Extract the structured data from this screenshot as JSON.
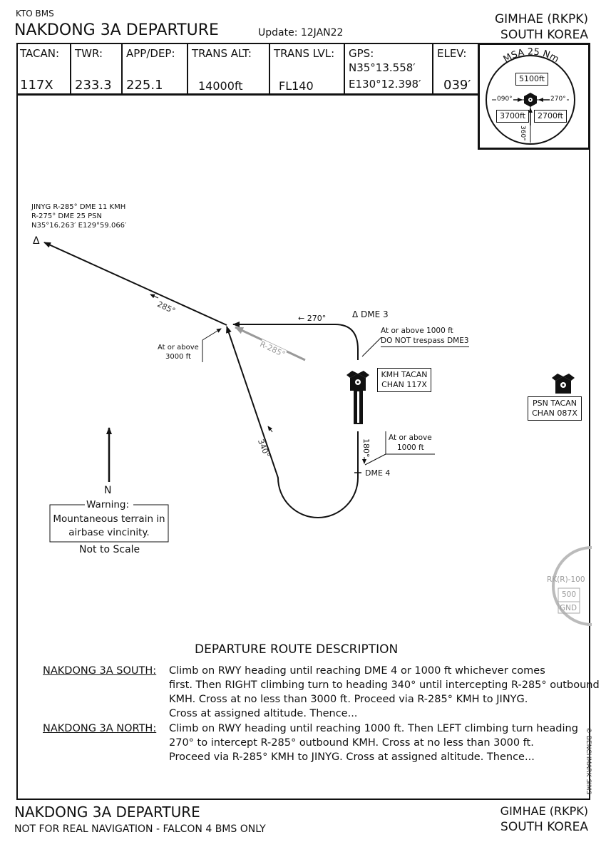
{
  "header": {
    "kto": "KTO BMS",
    "title": "NAKDONG 3A DEPARTURE",
    "update": "Update: 12JAN22",
    "airport": "GIMHAE (RKPK)",
    "country": "SOUTH KOREA"
  },
  "info": [
    {
      "label": "TACAN:",
      "value": "117X"
    },
    {
      "label": "TWR:",
      "value": "233.3"
    },
    {
      "label": "APP/DEP:",
      "value": "225.1"
    },
    {
      "label": "TRANS ALT:",
      "value": "14000ft"
    },
    {
      "label": "TRANS LVL:",
      "value": "FL140"
    },
    {
      "label": "GPS:",
      "value_lat": "N35°13.558′",
      "value_lon": "E130°12.398′"
    },
    {
      "label": "ELEV:",
      "value": "039′"
    }
  ],
  "msa": {
    "title": "MSA 25 Nm",
    "north": "5100ft",
    "sw": "3700ft",
    "se": "2700ft",
    "r090": "090°",
    "r270": "270°",
    "r360": "360°"
  },
  "map": {
    "jinyg_l1": "JINYG R-285° DME 11 KMH",
    "jinyg_l2": "R-275° DME 25 PSN",
    "jinyg_l3": "N35°16.263′ E129°59.066′",
    "delta": "Δ",
    "hdg285": "285°",
    "hdg270": "← 270°",
    "r285": "R-285°",
    "dme3": "Δ DME 3",
    "atabove3000_1": "At or above",
    "atabove3000_2": "3000 ft",
    "atabove1000a_1": "At or above 1000 ft",
    "atabove1000a_2": "DO NOT trespass DME3",
    "kmh_1": "KMH TACAN",
    "kmh_2": "CHAN 117X",
    "psn_1": "PSN TACAN",
    "psn_2": "CHAN 087X",
    "hdg340": "340°",
    "hdg180": "180°",
    "atabove1000b_1": "At or above",
    "atabove1000b_2": "1000 ft",
    "dme4": "DME 4",
    "north": "N",
    "warning_title": "Warning:",
    "warning_1": "Mountaneous terrain in",
    "warning_2": "airbase vincinity.",
    "not_to_scale": "Not to Scale",
    "restricted_name": "RK(R)-100",
    "restricted_top": "500",
    "restricted_bottom": "GND"
  },
  "description": {
    "heading": "DEPARTURE ROUTE DESCRIPTION",
    "south_label": "NAKDONG 3A SOUTH:",
    "south_lines": [
      "Climb on RWY heading until reaching DME 4 or 1000 ft whichever comes",
      "first. Then RIGHT climbing turn to heading 340° until intercepting R-285° outbound",
      "KMH. Cross at no less than 3000 ft. Proceed via R-285° KMH to JINYG.",
      "Cross at assigned altitude. Thence..."
    ],
    "north_label": "NAKDONG 3A NORTH:",
    "north_lines": [
      "Climb on RWY heading until reaching 1000 ft. Then LEFT climbing turn heading",
      "270° to intercept R-285° outbound KMH. Cross at no less than 3000 ft.",
      "Proceed via R-285°  KMH to JINYG. Cross at assigned altitude. Thence..."
    ]
  },
  "copyright": "© BENCHMARK SIMS",
  "footer": {
    "title": "NAKDONG 3A DEPARTURE",
    "disclaimer": "NOT FOR REAL NAVIGATION - FALCON 4 BMS ONLY",
    "airport": "GIMHAE (RKPK)",
    "country": "SOUTH KOREA"
  }
}
